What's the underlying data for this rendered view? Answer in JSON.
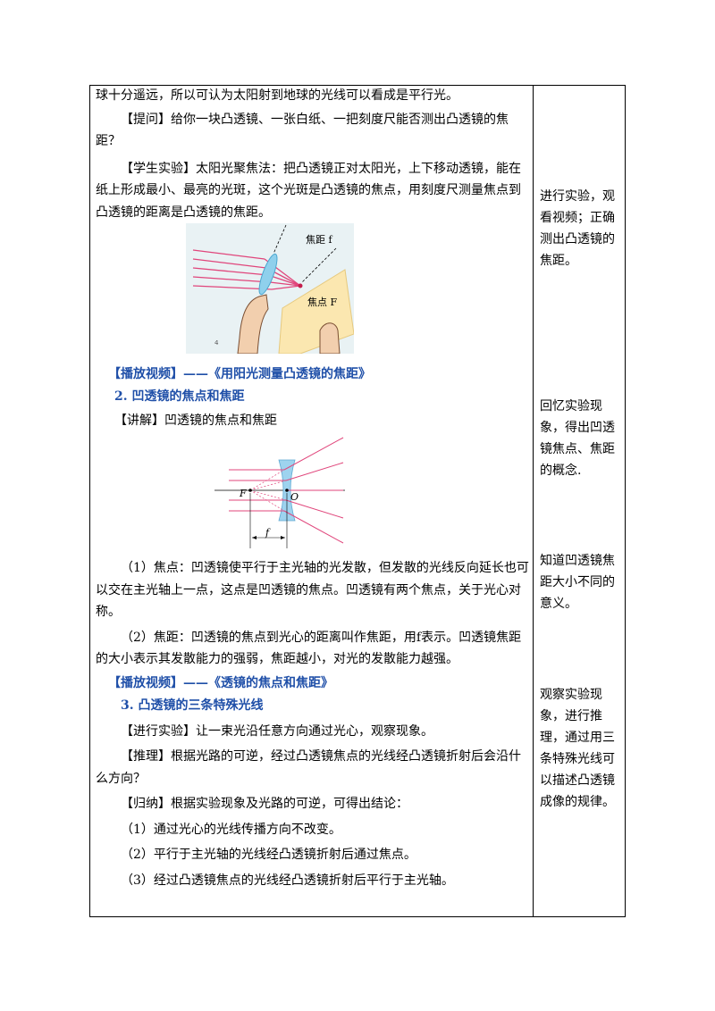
{
  "main": {
    "p1": "球十分遥远，所以可认为太阳射到地球的光线可以看成是平行光。",
    "p2": "【提问】给你一块凸透镜、一张白纸、一把刻度尺能否测出凸透镜的焦距？",
    "p3": "【学生实验】太阳光聚焦法：把凸透镜正对太阳光，上下移动透镜，能在纸上形成最小、最亮的光斑，这个光斑是凸透镜的焦点，用刻度尺测量焦点到凸透镜的距离是凸透镜的焦距。",
    "video1": "【播放视频】——《用阳光测量凸透镜的焦距》",
    "heading2": "2. 凹透镜的焦点和焦距",
    "p4": "【讲解】凹透镜的焦点和焦距",
    "p5": "（1）焦点：凹透镜使平行于主光轴的光发散，但发散的光线反向延长也可以交在主光轴上一点，这点是凹透镜的焦点。凹透镜有两个焦点，关于光心对称。",
    "p6": "（2）焦距：凹透镜的焦点到光心的距离叫作焦距，用f表示。凹透镜焦距的大小表示其发散能力的强弱，焦距越小，对光的发散能力越强。",
    "video2": "【播放视频】——《透镜的焦点和焦距》",
    "heading3": "3. 凸透镜的三条特殊光线",
    "p7": "【进行实验】让一束光沿任意方向通过光心，观察现象。",
    "p8": "【推理】根据光路的可逆，经过凸透镜焦点的光线经凸透镜折射后会沿什么方向？",
    "p9": "【归纳】根据实验现象及光路的可逆，可得出结论：",
    "p10": "（1）通过光心的光线传播方向不改变。",
    "p11": "（2）平行于主光轴的光线经凸透镜折射后通过焦点。",
    "p12": "（3）经过凸透镜焦点的光线经凸透镜折射后平行于主光轴。"
  },
  "figure1": {
    "label_focal_length": "焦距 f",
    "label_focus": "焦点 F",
    "corner_number": "4"
  },
  "figure2": {
    "label_F": "F",
    "label_O": "O",
    "label_f": "f"
  },
  "side": {
    "note1": "进行实验，观看视频；正确测出凸透镜的焦距。",
    "note2": "回忆实验现象，得出凹透镜焦点、焦距的概念.",
    "note3": "知道凹透镜焦距大小不同的意义。",
    "note4": "观察实验现象，进行推理，通过用三条特殊光线可以描述凸透镜成像的规律。"
  },
  "colors": {
    "heading_blue": "#1f4fa8",
    "ray_pink": "#e0457b",
    "lens_blue": "#8fd0ec",
    "paper": "#fbe7b0"
  }
}
